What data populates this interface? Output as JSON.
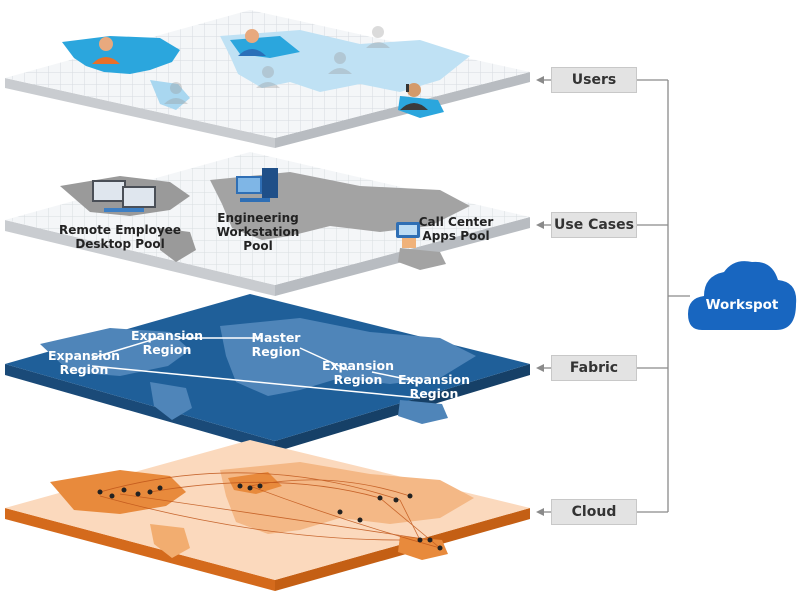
{
  "layers": {
    "users": "Users",
    "use_cases": "Use Cases",
    "fabric": "Fabric",
    "cloud": "Cloud"
  },
  "use_cases": {
    "remote_line1": "Remote Employee",
    "remote_line2": "Desktop Pool",
    "engineering_line1": "Engineering",
    "engineering_line2": "Workstation",
    "engineering_line3": "Pool",
    "callcenter_line1": "Call Center",
    "callcenter_line2": "Apps Pool"
  },
  "fabric": {
    "expansion_1": "Expansion",
    "region_1": "Region",
    "expansion_2": "Expansion",
    "region_2": "Region",
    "master": "Master",
    "master_region": "Region",
    "expansion_3": "Expansion",
    "region_3": "Region",
    "expansion_4": "Expansion",
    "region_4": "Region"
  },
  "brand": {
    "name": "Workspot",
    "color": "#1866c0"
  },
  "colors": {
    "users_plate": "#f4f6f8",
    "use_cases_plate": "#f4f6f8",
    "fabric_plate": "#1f5f99",
    "cloud_plate": "#fbd9bd",
    "cloud_edge": "#e07a2a",
    "connector": "#8a8a8a"
  }
}
